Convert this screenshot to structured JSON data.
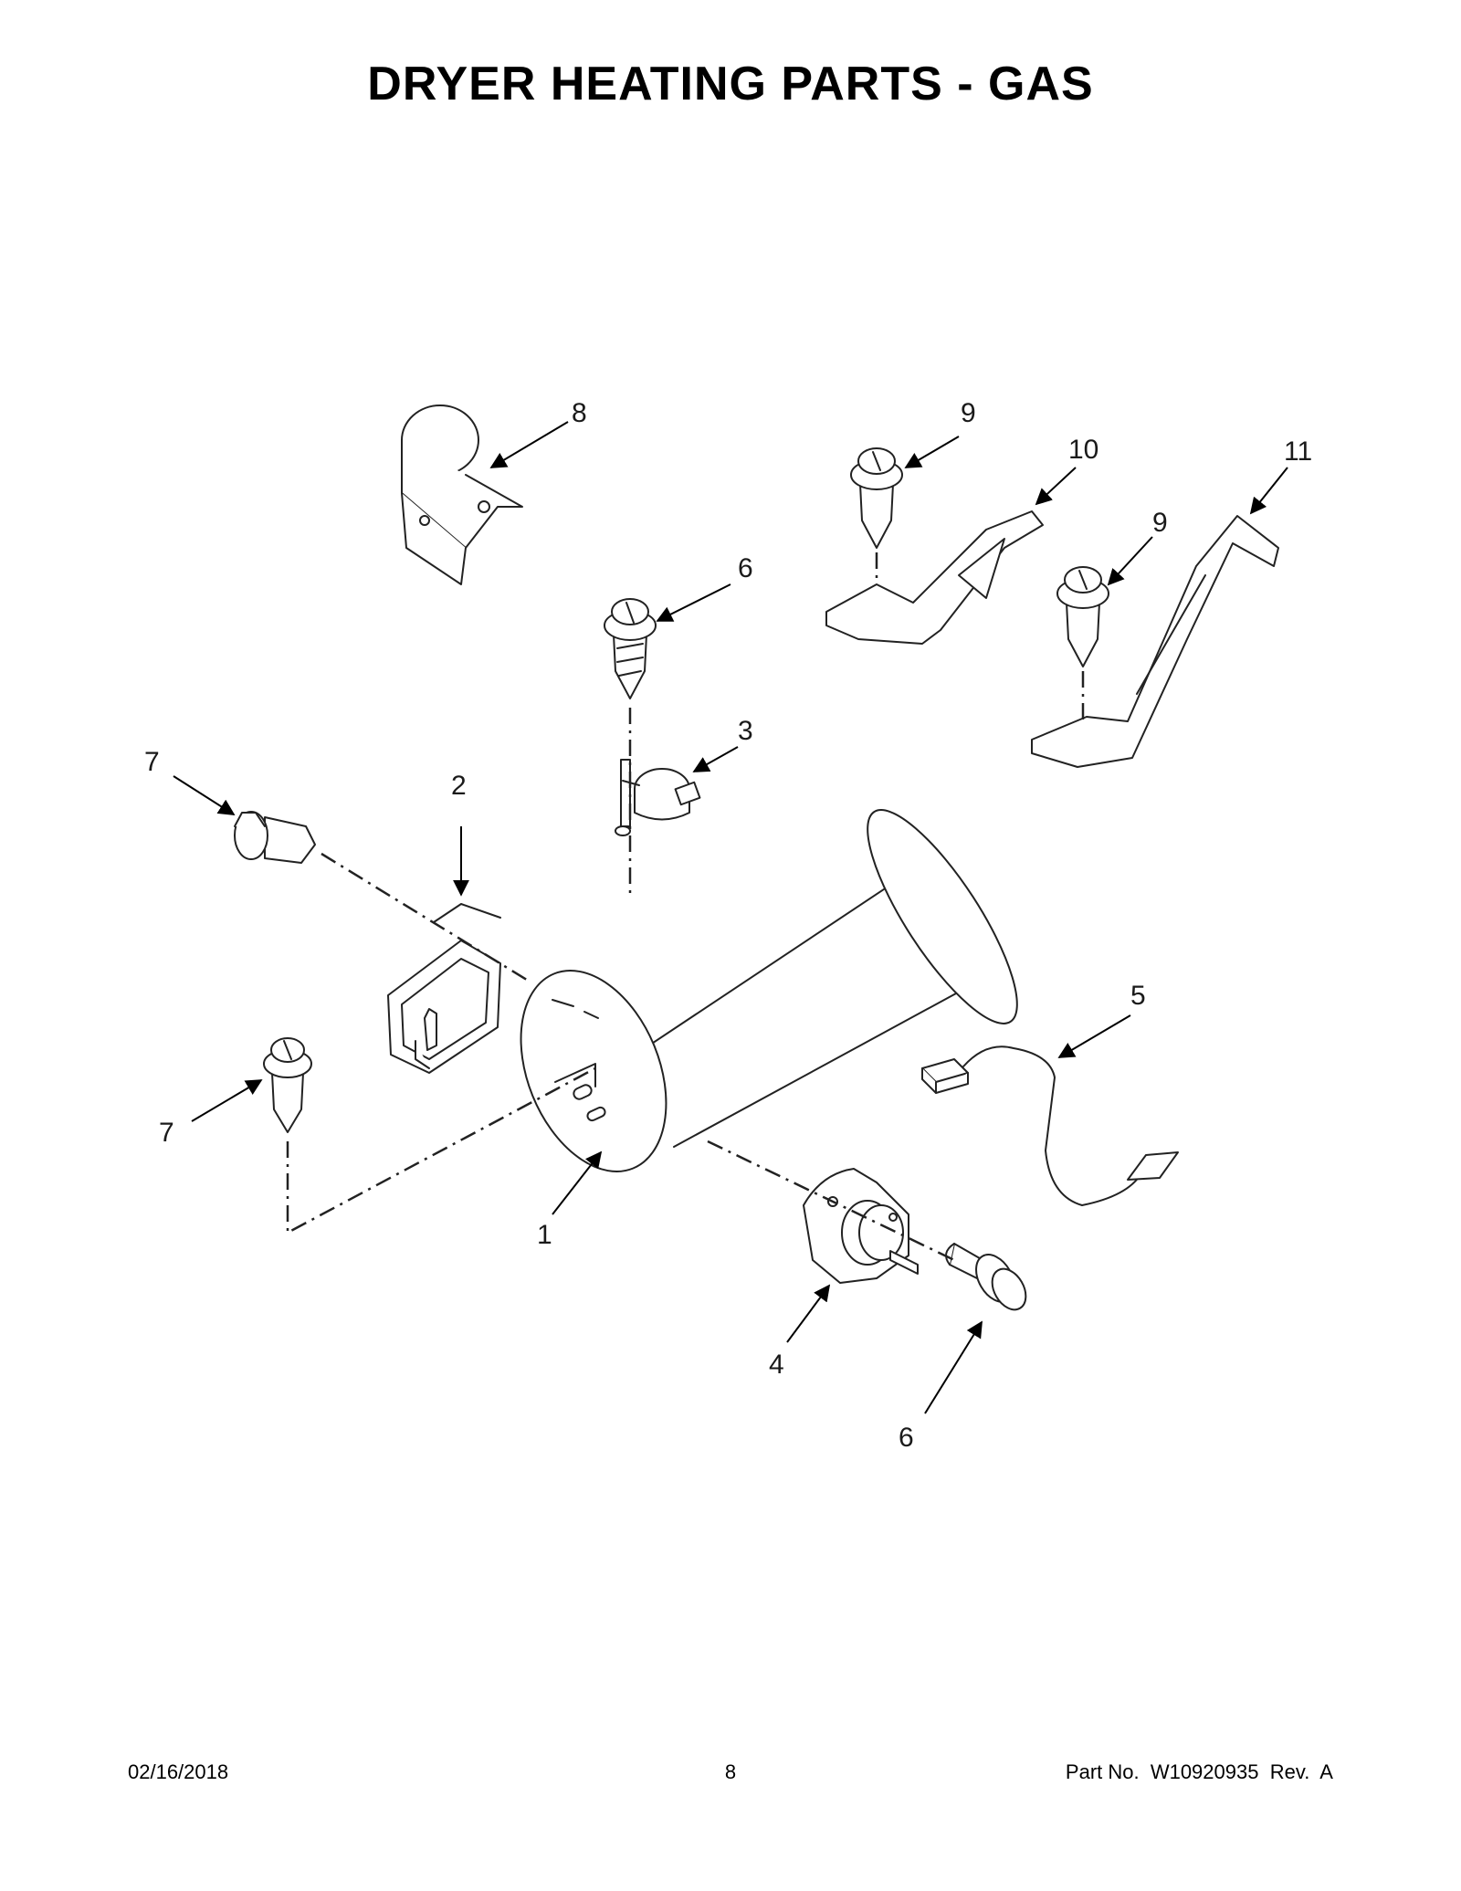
{
  "page": {
    "title": "DRYER HEATING PARTS - GAS"
  },
  "callouts": [
    {
      "id": "c1",
      "label": "1"
    },
    {
      "id": "c2",
      "label": "2"
    },
    {
      "id": "c3",
      "label": "3"
    },
    {
      "id": "c4",
      "label": "4"
    },
    {
      "id": "c5",
      "label": "5"
    },
    {
      "id": "c6a",
      "label": "6"
    },
    {
      "id": "c6b",
      "label": "6"
    },
    {
      "id": "c7a",
      "label": "7"
    },
    {
      "id": "c7b",
      "label": "7"
    },
    {
      "id": "c8",
      "label": "8"
    },
    {
      "id": "c9a",
      "label": "9"
    },
    {
      "id": "c9b",
      "label": "9"
    },
    {
      "id": "c10",
      "label": "10"
    },
    {
      "id": "c11",
      "label": "11"
    }
  ],
  "footer": {
    "date": "02/16/2018",
    "page_number": "8",
    "part_info": "Part No.  W10920935  Rev.  A"
  }
}
